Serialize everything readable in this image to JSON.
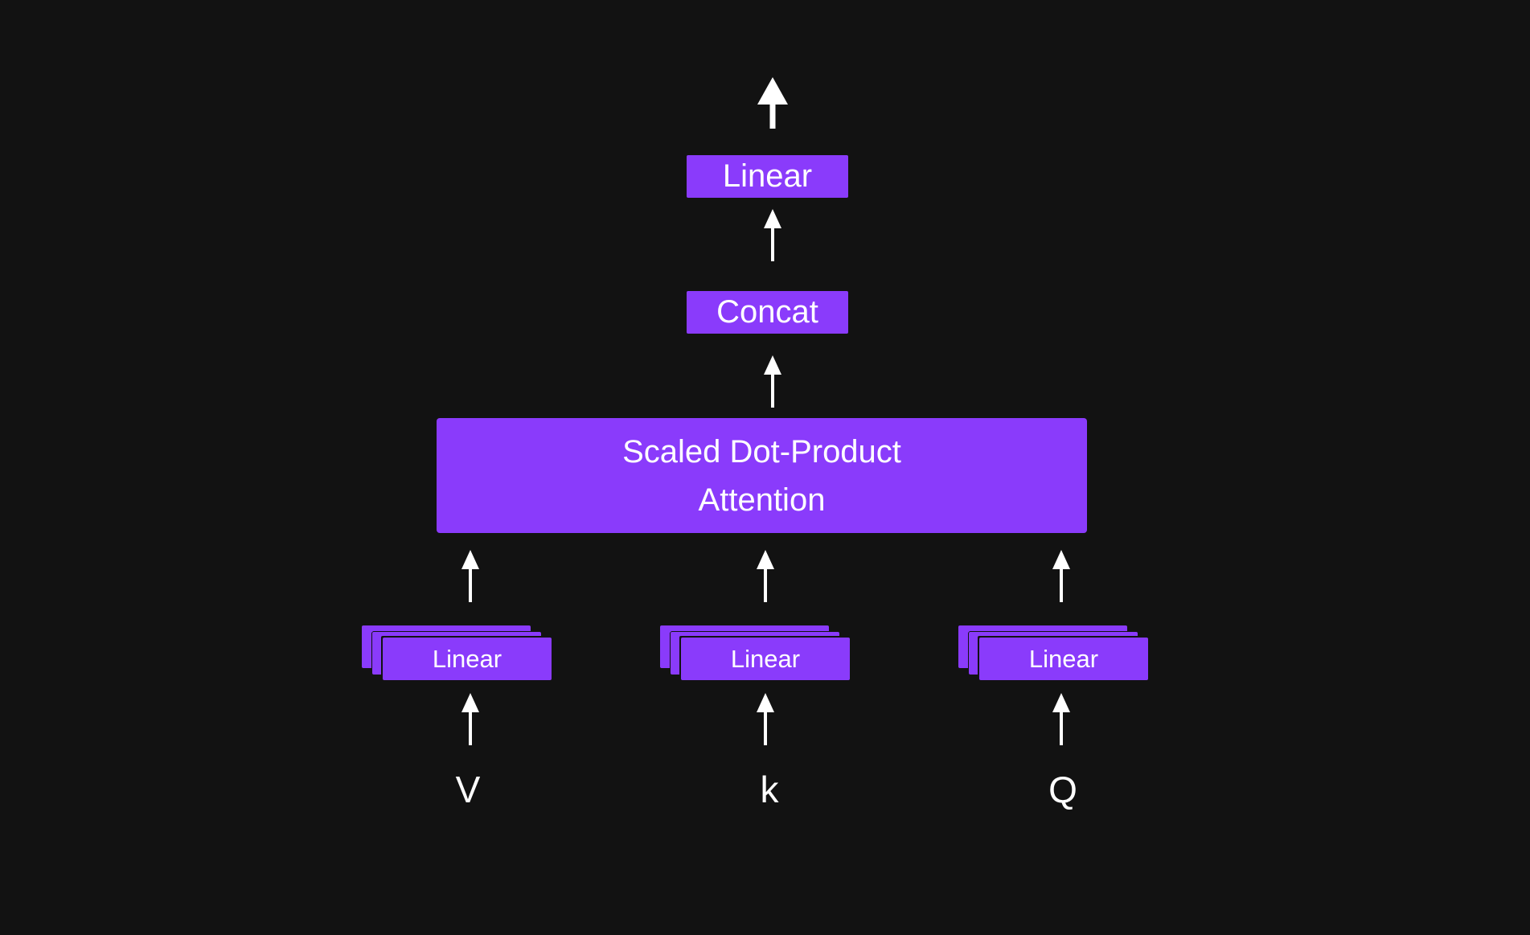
{
  "diagram": {
    "output_linear": "Linear",
    "concat": "Concat",
    "attention_line1": "Scaled Dot-Product",
    "attention_line2": "Attention",
    "projections": [
      {
        "label": "Linear",
        "input": "V"
      },
      {
        "label": "Linear",
        "input": "k"
      },
      {
        "label": "Linear",
        "input": "Q"
      }
    ]
  },
  "colors": {
    "background": "#121212",
    "block": "#8a3bfb",
    "foreground": "#ffffff"
  }
}
